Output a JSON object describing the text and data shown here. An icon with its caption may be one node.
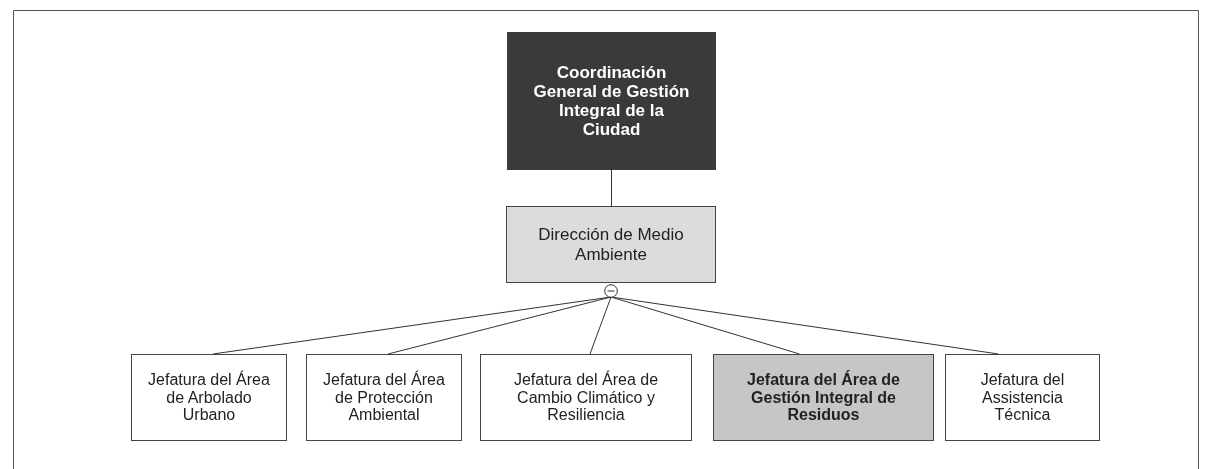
{
  "diagram": {
    "nodes": [
      {
        "text": [
          "Coordinación General de Gestión Integral de la Ciudad"
        ]
      },
      {
        "text": [
          "Dirección de Medio Ambiente"
        ]
      },
      {
        "text": [],
        "shape": "circle"
      },
      {
        "text": [
          "Jefatura del Área de Arbolado Urbano"
        ]
      },
      {
        "text": [
          "Jefatura del Área de Protección Ambiental"
        ]
      },
      {
        "text": [
          "Jefatura del Área de Cambio Climático y Resiliencia"
        ]
      },
      {
        "text": [
          "Jefatura del Área de Gestión Integral de Residuos"
        ]
      },
      {
        "text": [
          "Jefatura del Assistencia Técnica"
        ]
      }
    ],
    "edges": [
      {
        "from": 0,
        "to": 1,
        "arrow": "none"
      },
      {
        "from": 2,
        "to": 3,
        "arrow": "none"
      },
      {
        "from": 2,
        "to": 4,
        "arrow": "none"
      },
      {
        "from": 2,
        "to": 5,
        "arrow": "none"
      },
      {
        "from": 2,
        "to": 6,
        "arrow": "none"
      },
      {
        "from": 2,
        "to": 7,
        "arrow": "none"
      }
    ]
  }
}
